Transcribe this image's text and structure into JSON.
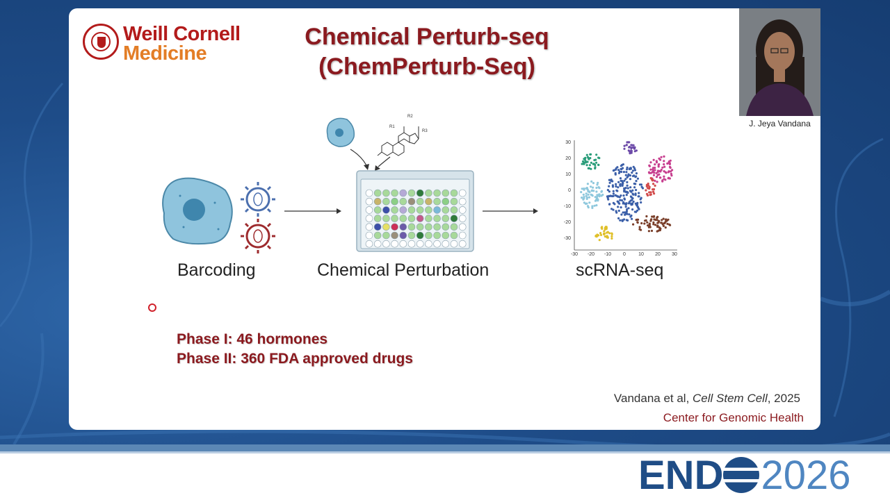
{
  "slide": {
    "logo": {
      "line1": "Weill Cornell",
      "line2": "Medicine"
    },
    "title_line1": "Chemical Perturb-seq",
    "title_line2": "(ChemPerturb-Seq)",
    "step_labels": [
      "Barcoding",
      "Chemical Perturbation",
      "scRNA-seq"
    ],
    "phase1": "Phase I: 46 hormones",
    "phase2": "Phase II: 360 FDA approved drugs",
    "citation_prefix": "Vandana et al, ",
    "citation_journal": "Cell Stem Cell",
    "citation_suffix": ", 2025",
    "center": "Center for Genomic Health",
    "molecule_labels": [
      "R1",
      "R2",
      "R3"
    ]
  },
  "speaker": {
    "name": "J. Jeya Vandana"
  },
  "footer": {
    "brand": "END",
    "year": "2026"
  },
  "umap": {
    "x_ticks": [
      "-30",
      "-20",
      "-10",
      "0",
      "10",
      "20",
      "30"
    ],
    "y_ticks": [
      "30",
      "20",
      "10",
      "0",
      "-10",
      "-20",
      "-30"
    ]
  },
  "colors": {
    "brand_red": "#b31b1b",
    "brand_orange": "#e37d26",
    "title_red": "#8b1a1f",
    "endo_blue": "#1f4d86",
    "cell_blue": "#7fb7d6"
  }
}
